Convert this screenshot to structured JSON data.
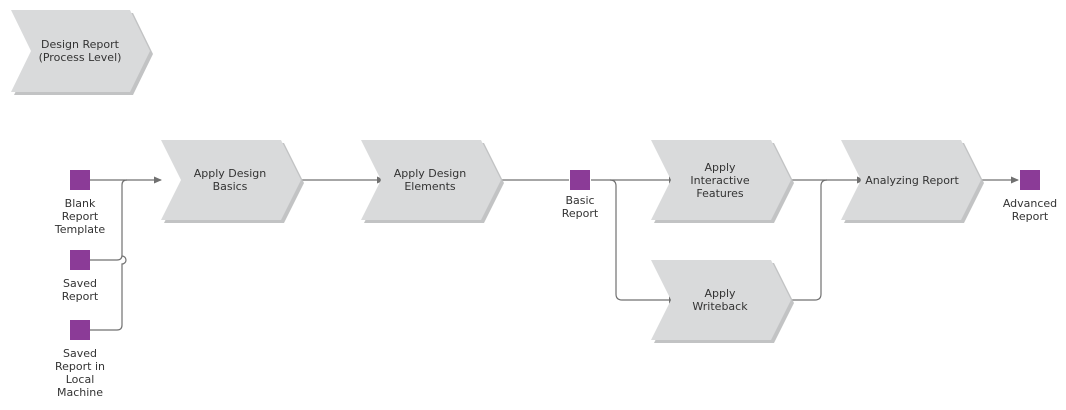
{
  "colors": {
    "process_fill": "#d9dadb",
    "process_shadow": "#c2c3c4",
    "data_fill": "#8b3b97",
    "connector": "#707070"
  },
  "header": {
    "line1": "Design Report",
    "line2": "(Process Level)"
  },
  "processes": {
    "apply_design_basics": {
      "line1": "Apply Design",
      "line2": "Basics"
    },
    "apply_design_elements": {
      "line1": "Apply Design",
      "line2": "Elements"
    },
    "apply_interactive_features": {
      "line1": "Apply",
      "line2": "Interactive",
      "line3": "Features"
    },
    "apply_writeback": {
      "line1": "Apply",
      "line2": "Writeback"
    },
    "analyzing_report": {
      "line1": "Analyzing Report"
    }
  },
  "data_objects": {
    "blank_report_template": {
      "line1": "Blank",
      "line2": "Report",
      "line3": "Template"
    },
    "saved_report": {
      "line1": "Saved",
      "line2": "Report"
    },
    "saved_report_local": {
      "line1": "Saved",
      "line2": "Report in",
      "line3": "Local",
      "line4": "Machine"
    },
    "basic_report": {
      "line1": "Basic",
      "line2": "Report"
    },
    "advanced_report": {
      "line1": "Advanced",
      "line2": "Report"
    }
  }
}
